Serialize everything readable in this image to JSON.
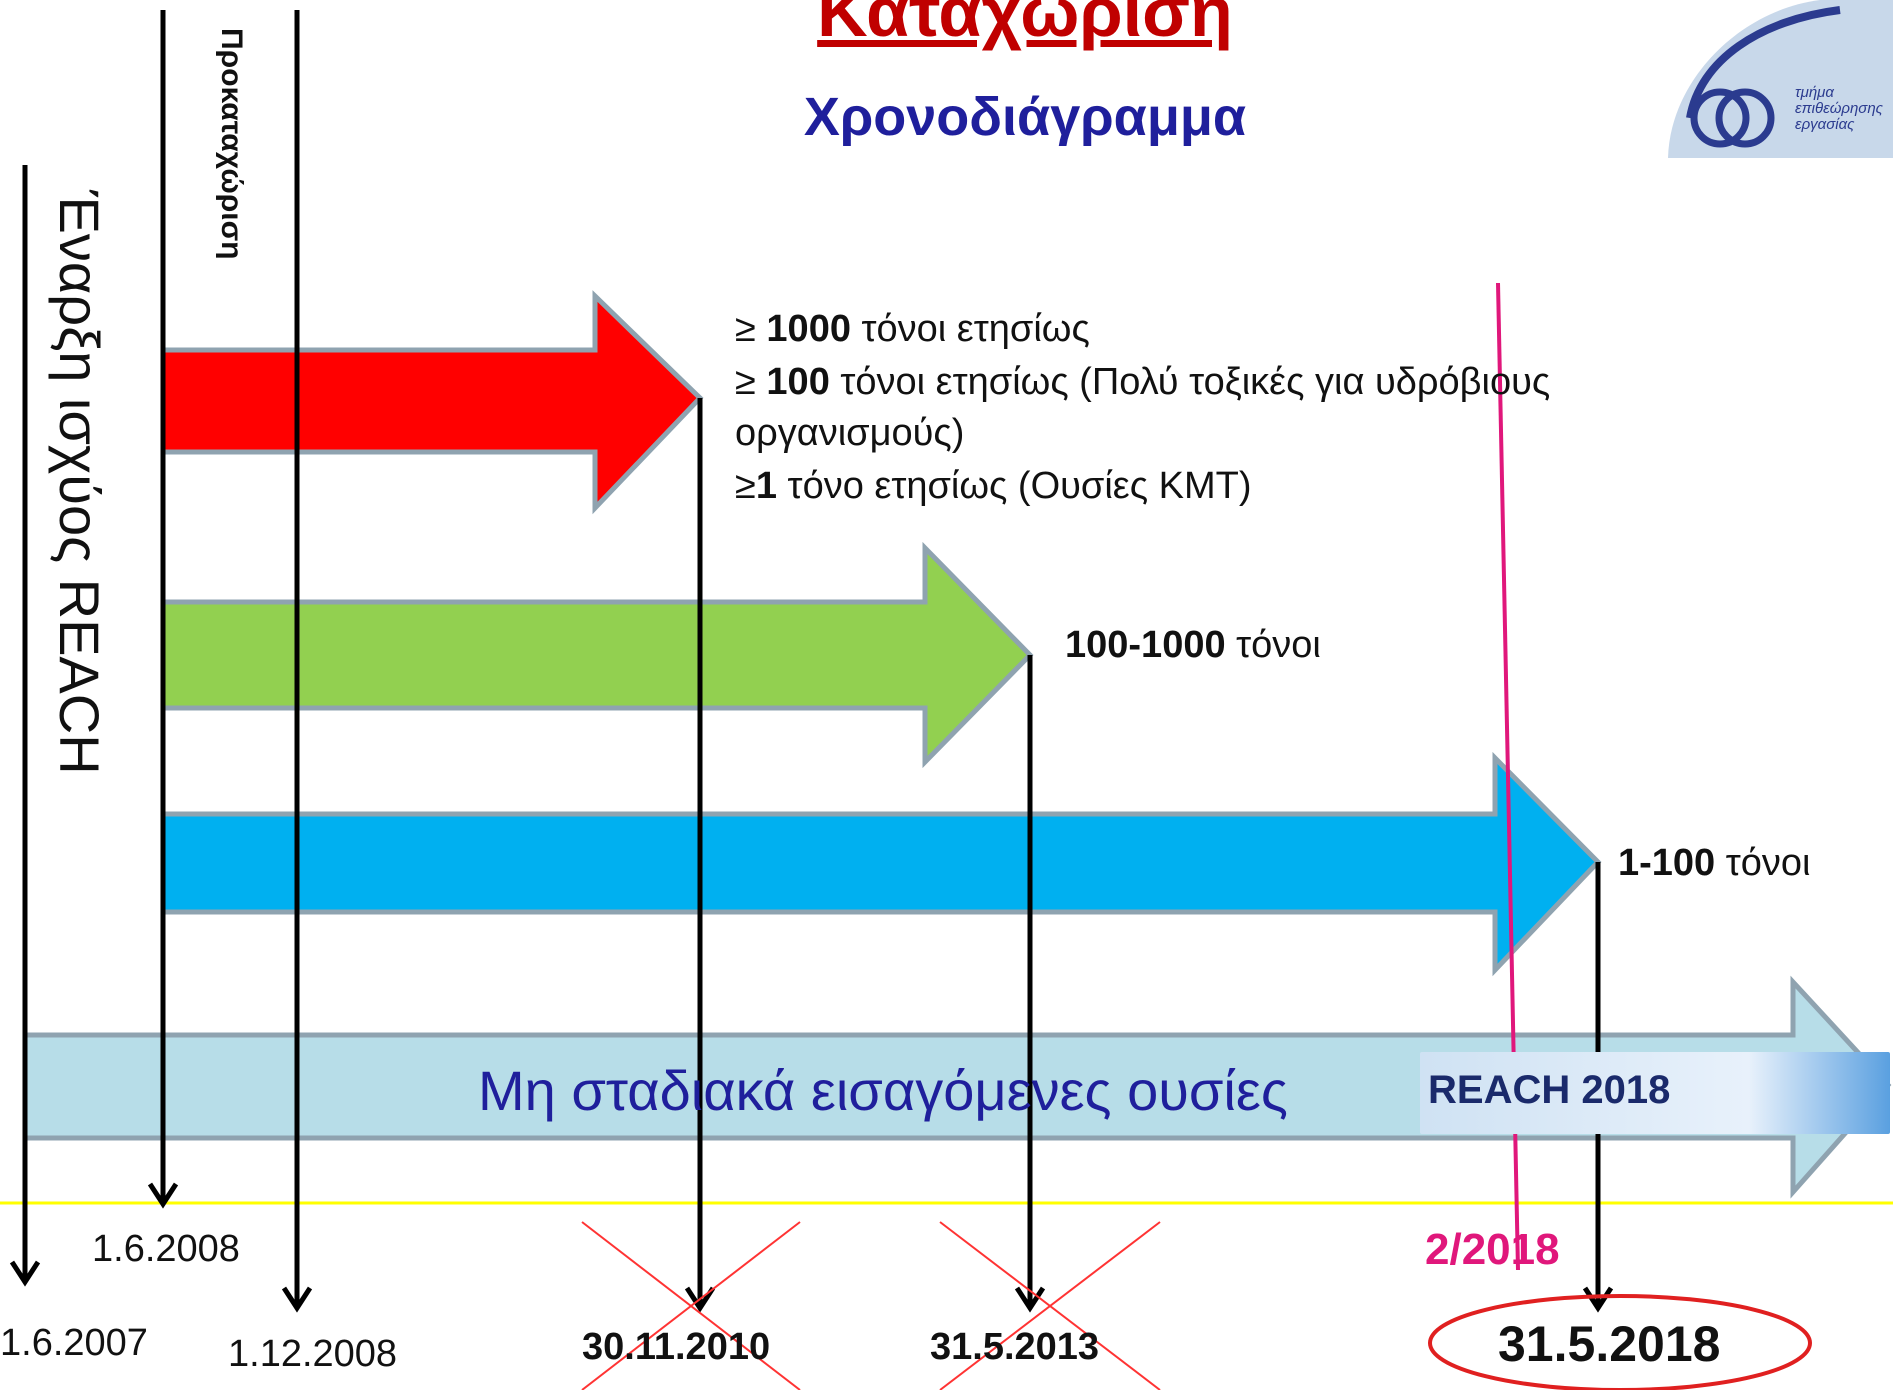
{
  "title": "Καταχώριση",
  "subtitle": "Χρονοδιάγραμμα",
  "logo": {
    "lines": [
      "τμήμα",
      "επιθεώρησης",
      "εργασίας"
    ]
  },
  "vertical_labels": {
    "entry_into_force": "Έναρξη ισχύος REACH",
    "preregistration": "Προκαταχώριση"
  },
  "tiers": [
    {
      "color": "#ff0000",
      "lines": [
        {
          "prefix": "≥ ",
          "bold": "1000",
          "text": " τόνοι ετησίως"
        },
        {
          "prefix": "≥ ",
          "bold": "100",
          "text": " τόνοι ετησίως (Πολύ τοξικές για υδρόβιους"
        },
        {
          "prefix": "",
          "bold": "",
          "text": "οργανισμούς)"
        },
        {
          "prefix": "≥",
          "bold": "1",
          "text": " τόνο ετησίως (Ουσίες ΚΜΤ)"
        }
      ],
      "deadline": "30.11.2010",
      "crossed_out": true
    },
    {
      "color": "#92d050",
      "label_bold": "100-1000",
      "label_text": " τόνοι",
      "deadline": "31.5.2013",
      "crossed_out": true
    },
    {
      "color": "#00b0f0",
      "label_bold": "1-100",
      "label_text": " τόνοι",
      "deadline": "31.5.2018",
      "crossed_out": false,
      "circled": true
    }
  ],
  "non_phase_in": {
    "label": "Μη σταδιακά εισαγόμενες ουσίες",
    "color": "#b7dde8",
    "badge": "REACH 2018"
  },
  "dates": {
    "entry_into_force": "1.6.2007",
    "prereg_start": "1.6.2008",
    "prereg_end": "1.12.2008"
  },
  "marker": {
    "label": "2/2018",
    "color": "#e0177b"
  },
  "colors": {
    "timeline_line": "#ffff00",
    "title": "#c00000",
    "subtitle": "#1f1f9c",
    "cross": "#ff3333",
    "circle": "#e02020"
  }
}
